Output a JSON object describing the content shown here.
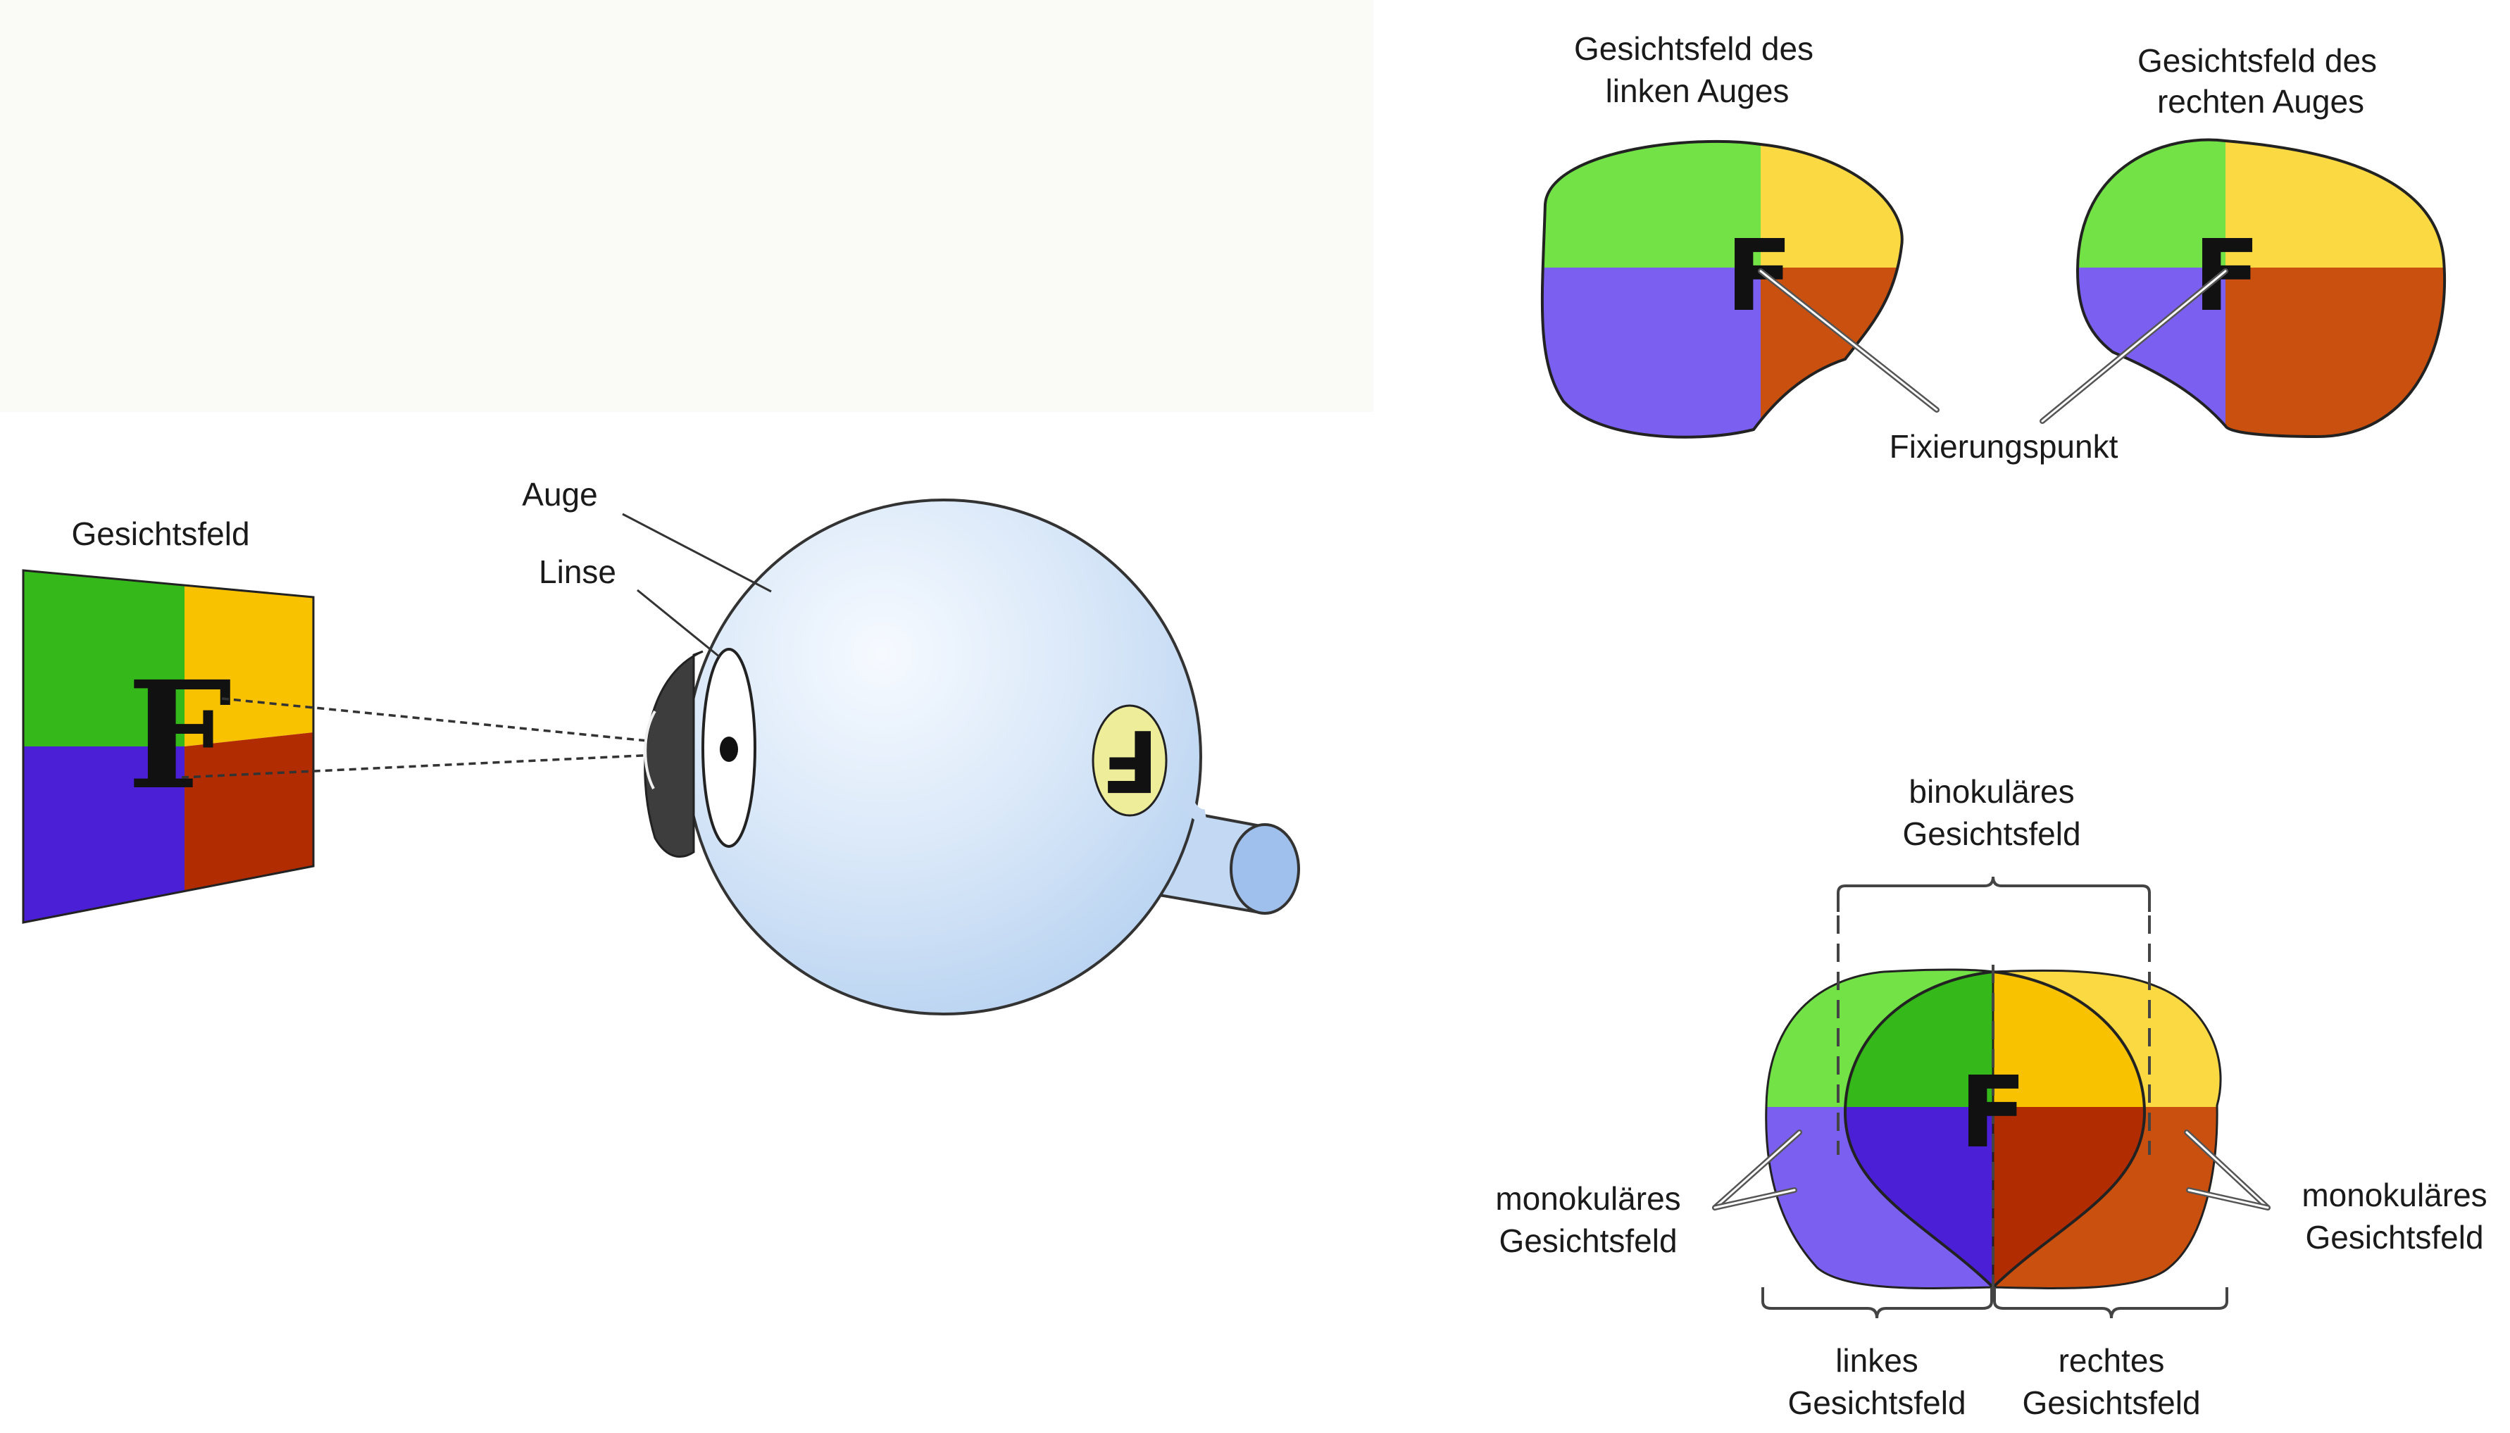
{
  "labels": {
    "gesichtsfeld": "Gesichtsfeld",
    "auge": "Auge",
    "linse": "Linse",
    "left_eye_line1": "Gesichtsfeld des",
    "left_eye_line2": "linken Auges",
    "right_eye_line1": "Gesichtsfeld des",
    "right_eye_line2": "rechten Auges",
    "fixation": "Fixierungspunkt",
    "binocular_line1": "binokuläres",
    "binocular_line2": "Gesichtsfeld",
    "mono_left_line1": "monokuläres",
    "mono_left_line2": "Gesichtsfeld",
    "mono_right_line1": "monokuläres",
    "mono_right_line2": "Gesichtsfeld",
    "left_field_line1": "linkes",
    "left_field_line2": "Gesichtsfeld",
    "right_field_line1": "rechtes",
    "right_field_line2": "Gesichtsfeld"
  },
  "letters": {
    "object_letter": "F",
    "retina_letter": "F",
    "left_eye_letter": "F",
    "right_eye_letter": "F",
    "binocular_letter": "F"
  },
  "colors": {
    "green": "#35b81a",
    "light_green": "#72e246",
    "yellow": "#f9c200",
    "light_yellow": "#fbd943",
    "blue": "#4a1fd6",
    "light_blue": "#7b5ff0",
    "dark_red": "#b12c00",
    "orange_red": "#c9500e",
    "eye_fill": "#c8ddf6",
    "retina_spot": "#eded9a"
  }
}
